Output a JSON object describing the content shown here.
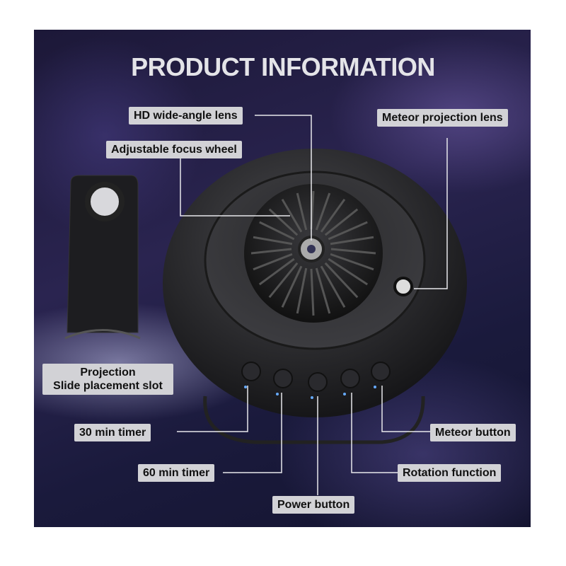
{
  "title": "PRODUCT INFORMATION",
  "labels": {
    "hd_lens": "HD wide-angle lens",
    "focus_wheel": "Adjustable focus wheel",
    "meteor_lens": "Meteor projection lens",
    "slot_line1": "Projection",
    "slot_line2": "Slide placement slot",
    "timer30": "30 min timer",
    "timer60": "60 min timer",
    "power": "Power button",
    "rotation": "Rotation function",
    "meteor_button": "Meteor button"
  }
}
